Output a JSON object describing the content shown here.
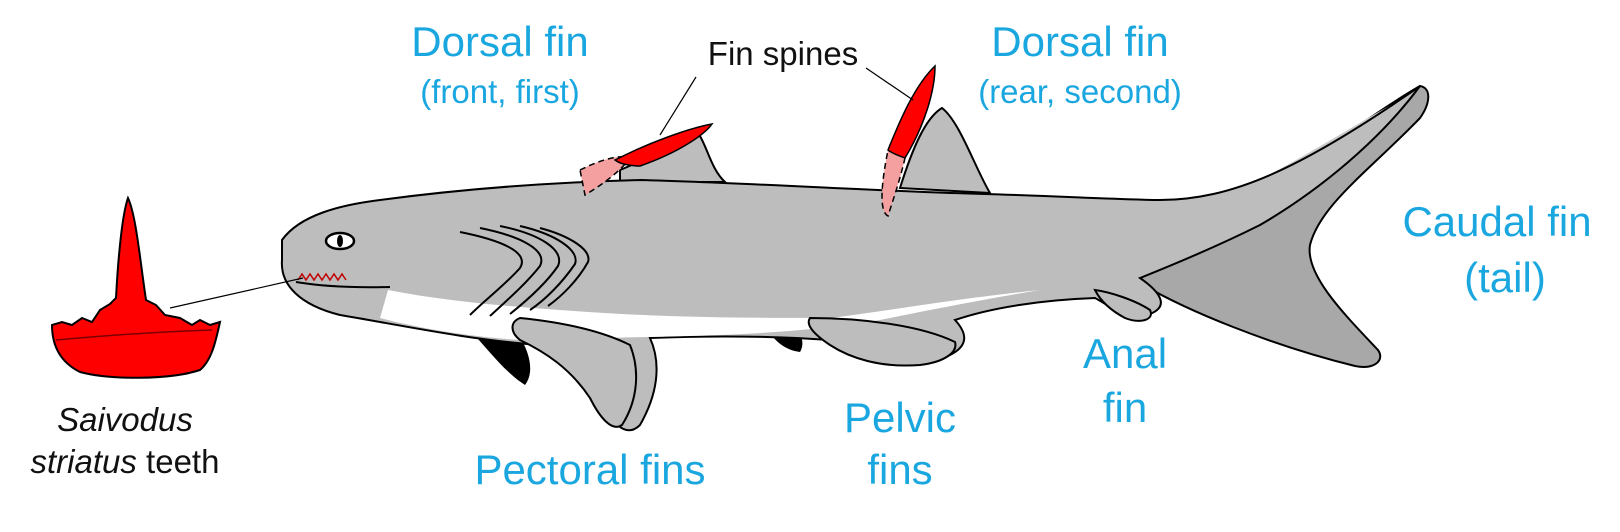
{
  "labels": {
    "dorsal_front_title": "Dorsal fin",
    "dorsal_front_sub": "(front, first)",
    "fin_spines": "Fin spines",
    "dorsal_rear_title": "Dorsal fin",
    "dorsal_rear_sub": "(rear, second)",
    "caudal_title": "Caudal fin",
    "caudal_sub": "(tail)",
    "anal_line1": "Anal",
    "anal_line2": "fin",
    "pelvic_line1": "Pelvic",
    "pelvic_line2": "fins",
    "pectoral": "Pectoral fins",
    "teeth_line1_italic": "Saivodus",
    "teeth_line2_italic": "striatus",
    "teeth_line2_rest": " teeth"
  },
  "colors": {
    "label_blue": "#1aa7e0",
    "body_gray": "#bdbdbd",
    "dark_gray": "#9e9e9e",
    "spine_red": "#ff0000",
    "spine_embedded": "#f4a0a0",
    "belly_white": "#ffffff",
    "pectoral_shadow": "#000000"
  }
}
